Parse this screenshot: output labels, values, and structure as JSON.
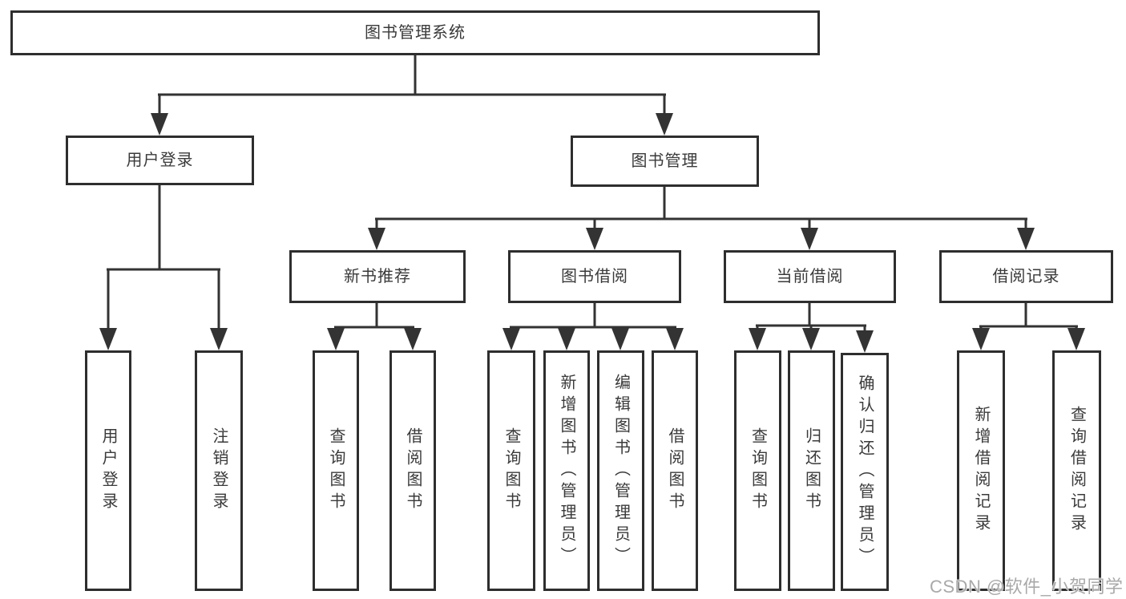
{
  "tree": {
    "root": "图书管理系统",
    "branches": [
      {
        "label": "用户登录",
        "children": [
          "用户登录",
          "注销登录"
        ]
      },
      {
        "label": "图书管理",
        "sections": [
          {
            "label": "新书推荐",
            "children": [
              "查询图书",
              "借阅图书"
            ]
          },
          {
            "label": "图书借阅",
            "children": [
              "查询图书",
              "新增图书（管理员）",
              "编辑图书（管理员）",
              "借阅图书"
            ]
          },
          {
            "label": "当前借阅",
            "children": [
              "查询图书",
              "归还图书",
              "确认归还（管理员）"
            ]
          },
          {
            "label": "借阅记录",
            "children": [
              "新增借阅记录",
              "查询借阅记录"
            ]
          }
        ]
      }
    ]
  },
  "watermark": "CSDN @软件_小贺同学",
  "colors": {
    "line": "#333333",
    "box_border": "#2e2e2e",
    "text": "#3a3a3a",
    "watermark": "#a9a9a9",
    "background": "#ffffff"
  }
}
